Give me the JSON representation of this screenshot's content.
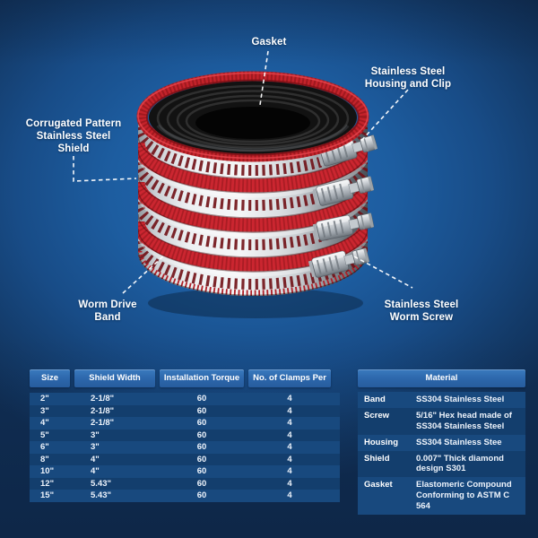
{
  "colors": {
    "background_blue": "#1d5da0",
    "background_dark": "#102e54",
    "accent_red": "#c9242c",
    "slot_maroon": "#701016",
    "steel_light": "#f1f3f4",
    "steel_dark": "#8a9198",
    "table_header_blue": "#2e6cb2",
    "row_light": "#18497e",
    "row_dark": "#133e6d",
    "text_white": "#ffffff"
  },
  "callouts": {
    "gasket": {
      "label": "Gasket"
    },
    "housing": {
      "label": "Stainless Steel\nHousing and Clip"
    },
    "shield": {
      "label": "Corrugated Pattern\nStainless Steel\nShield"
    },
    "worm_band": {
      "label": "Worm Drive\nBand"
    },
    "worm_screw": {
      "label": "Stainless Steel\nWorm Screw"
    }
  },
  "spec_table": {
    "headers": [
      "Size",
      "Shield Width",
      "Installation Torque",
      "No. of Clamps Per"
    ],
    "rows": [
      [
        "2\"",
        "2-1/8\"",
        "60",
        "4"
      ],
      [
        "3\"",
        "2-1/8\"",
        "60",
        "4"
      ],
      [
        "4\"",
        "2-1/8\"",
        "60",
        "4"
      ],
      [
        "5\"",
        "3\"",
        "60",
        "4"
      ],
      [
        "6\"",
        "3\"",
        "60",
        "4"
      ],
      [
        "8\"",
        "4\"",
        "60",
        "4"
      ],
      [
        "10\"",
        "4\"",
        "60",
        "4"
      ],
      [
        "12\"",
        "5.43\"",
        "60",
        "4"
      ],
      [
        "15\"",
        "5.43\"",
        "60",
        "4"
      ]
    ]
  },
  "material_table": {
    "header": "Material",
    "rows": [
      {
        "label": "Band",
        "value": "SS304 Stainless Steel"
      },
      {
        "label": "Screw",
        "value": "5/16\" Hex head made of\nSS304 Stainless Steel"
      },
      {
        "label": "Housing",
        "value": "SS304 Stainless Stee"
      },
      {
        "label": "Shield",
        "value": "0.007\" Thick diamond\ndesign S301"
      },
      {
        "label": "Gasket",
        "value": "Elastomeric Compound\nConforming to ASTM C 564"
      }
    ]
  }
}
